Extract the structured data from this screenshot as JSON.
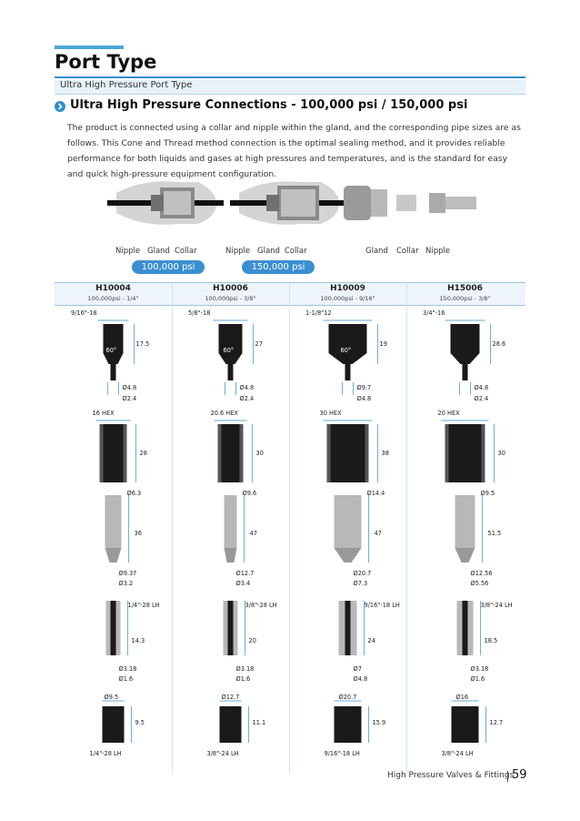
{
  "header": {
    "title": "Port Type",
    "subtitle": "Ultra High Pressure Port Type"
  },
  "section": {
    "title": "Ultra High Pressure Connections - 100,000 psi / 150,000 psi",
    "paragraph": "The product is connected using a collar and nipple within the gland, and the corresponding pipe sizes are as follows. This Cone and Thread method connection is the optimal sealing method, and it provides reliable performance for both liquids and gases at high pressures and temperatures, and is the standard for easy and quick high-pressure equipment configuration."
  },
  "assembly": {
    "left_labels": [
      "Nipple",
      "Gland",
      "Collar"
    ],
    "mid_labels": [
      "Nipple",
      "Gland",
      "Collar"
    ],
    "right_labels": [
      "Gland",
      "Collar",
      "Nipple"
    ],
    "pill_1": "100,000 psi",
    "pill_2": "150,000 psi"
  },
  "columns": [
    {
      "code": "H10004",
      "spec": "100,000psi - 1/4\"",
      "port": {
        "thread": "9/16\"-18",
        "depth": "17.5",
        "angle": "60°",
        "d1": "Ø4.8",
        "d2": "Ø2.4"
      },
      "gland": {
        "hex": "16 HEX",
        "length": "28"
      },
      "nipple": {
        "d_top": "Ø6.3",
        "length": "36",
        "d_mid": "Ø9.37",
        "d_bot": "Ø3.2"
      },
      "collar": {
        "thread": "1/4\"-28 LH",
        "length": "14.3",
        "d1": "Ø3.18",
        "d2": "Ø1.6"
      },
      "cap": {
        "d": "Ø9.5",
        "length": "9.5",
        "thread": "1/4\"-28 LH"
      }
    },
    {
      "code": "H10006",
      "spec": "100,000psi - 3/8\"",
      "port": {
        "thread": "5/8\"-18",
        "depth": "27",
        "angle": "60°",
        "d1": "Ø4.8",
        "d2": "Ø2.4"
      },
      "gland": {
        "hex": "20.6 HEX",
        "length": "30"
      },
      "nipple": {
        "d_top": "Ø9.6",
        "length": "47",
        "d_mid": "Ø12.7",
        "d_bot": "Ø3.4"
      },
      "collar": {
        "thread": "3/8\"-28 LH",
        "length": "20",
        "d1": "Ø3.18",
        "d2": "Ø1.6"
      },
      "cap": {
        "d": "Ø12.7",
        "length": "11.1",
        "thread": "3/8\"-24 LH"
      }
    },
    {
      "code": "H10009",
      "spec": "100,000psi - 9/16\"",
      "port": {
        "thread": "1-1/8\"12",
        "depth": "19",
        "angle": "60°",
        "d1": "Ø9.7",
        "d2": "Ø4.8"
      },
      "gland": {
        "hex": "30 HEX",
        "length": "38"
      },
      "nipple": {
        "d_top": "Ø14.4",
        "length": "47",
        "d_mid": "Ø20.7",
        "d_bot": "Ø7.3"
      },
      "collar": {
        "thread": "9/16\"-18 LH",
        "length": "24",
        "d1": "Ø7",
        "d2": "Ø4.8"
      },
      "cap": {
        "d": "Ø20.7",
        "length": "15.9",
        "thread": "9/16\"-18 LH"
      }
    },
    {
      "code": "H15006",
      "spec": "150,000psi - 3/8\"",
      "port": {
        "thread": "3/4\"-16",
        "depth": "28.6",
        "angle": "",
        "d1": "Ø4.8",
        "d2": "Ø2.4"
      },
      "gland": {
        "hex": "20 HEX",
        "length": "30"
      },
      "nipple": {
        "d_top": "Ø9.5",
        "length": "51.5",
        "d_mid": "Ø12.56",
        "d_bot": "Ø5.56"
      },
      "collar": {
        "thread": "3/8\"-24 LH",
        "length": "18.5",
        "d1": "Ø3.18",
        "d2": "Ø1.6"
      },
      "cap": {
        "d": "Ø16",
        "length": "12.7",
        "thread": "3/8\"-24 LH"
      }
    }
  ],
  "footer": {
    "text": "High Pressure Valves & Fittings",
    "page": "59"
  },
  "colors": {
    "accent": "#2c8fc9",
    "pill": "#3a8fd0",
    "dark_part": "#1a1a1a",
    "metal": "#b8b8b8"
  }
}
